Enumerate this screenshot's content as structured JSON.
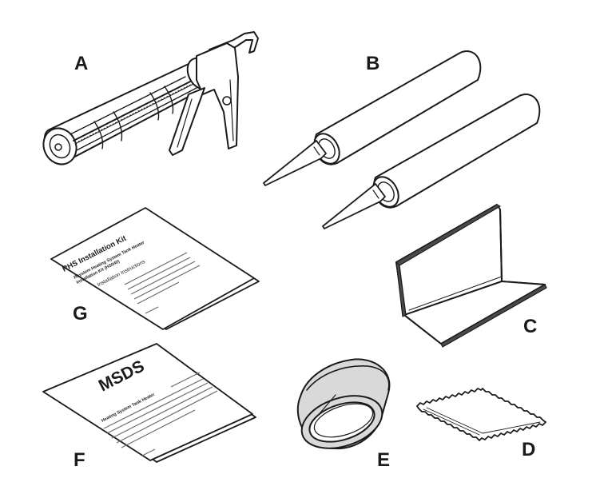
{
  "items": {
    "a": {
      "letter": "A",
      "icon": "caulking-gun-icon"
    },
    "b": {
      "letter": "B",
      "icon": "sealant-tubes-icon"
    },
    "c": {
      "letter": "C",
      "icon": "angle-bracket-icon"
    },
    "d": {
      "letter": "D",
      "icon": "adhesive-pad-icon"
    },
    "e": {
      "letter": "E",
      "icon": "tape-roll-icon"
    },
    "f": {
      "letter": "F",
      "icon": "msds-sheet-icon",
      "heading": "MSDS",
      "subheading": "Heating System Tank Heater"
    },
    "g": {
      "letter": "G",
      "icon": "installation-instructions-icon",
      "title": "RHS Installation Kit",
      "subtitle_line1": "Raystem Heating System Tank Heater",
      "subtitle_line2": "Installation Kit (HS040)",
      "section": "Installation Instructions"
    }
  },
  "colors": {
    "ink": "#1a1a1a",
    "tape": "#d9d9d9",
    "background": "#ffffff"
  }
}
